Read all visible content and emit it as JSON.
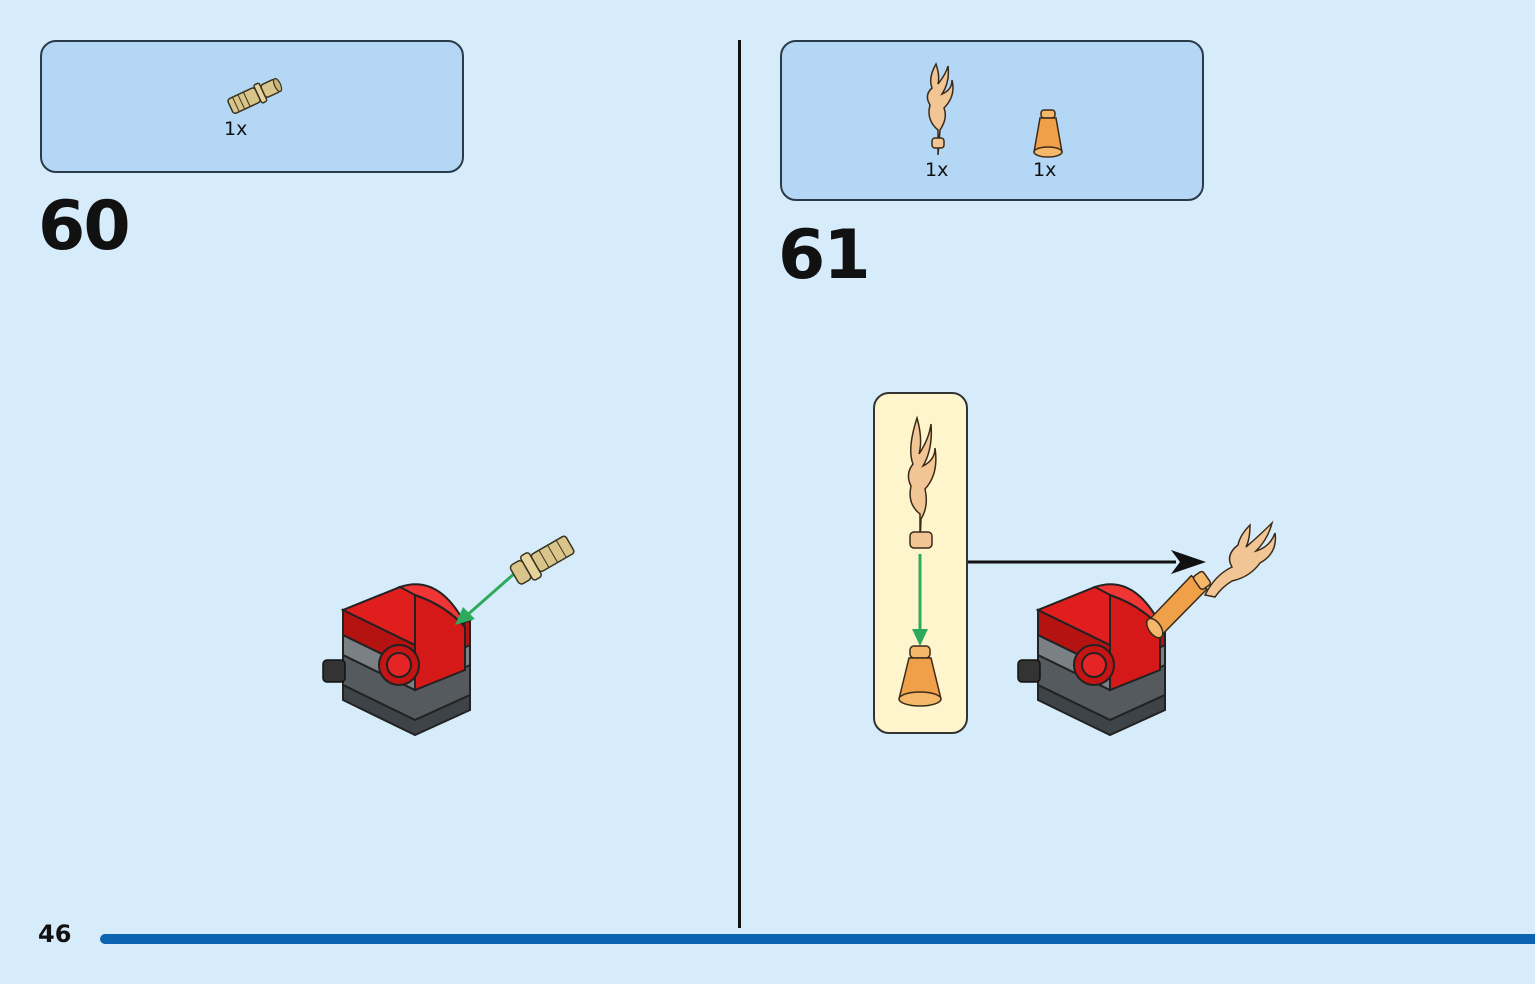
{
  "page": {
    "number": "46"
  },
  "steps": [
    {
      "number": "60",
      "parts": [
        {
          "icon": "tan-pin-part-icon",
          "quantity": "1x"
        }
      ]
    },
    {
      "number": "61",
      "parts": [
        {
          "icon": "flame-part-icon",
          "quantity": "1x"
        },
        {
          "icon": "trans-orange-cone-part-icon",
          "quantity": "1x"
        }
      ]
    }
  ],
  "colors": {
    "background": "#d6ecfb",
    "parts_box": "#b3d7f4",
    "callout": "#fff5cc",
    "brick_red": "#d51818",
    "brick_grey": "#555a5e",
    "tan": "#d9c48a",
    "flame": "#f2c694",
    "trans_orange": "#f1a04a",
    "arrow_green": "#2eaa5c",
    "progress_bar": "#0a64b0"
  }
}
